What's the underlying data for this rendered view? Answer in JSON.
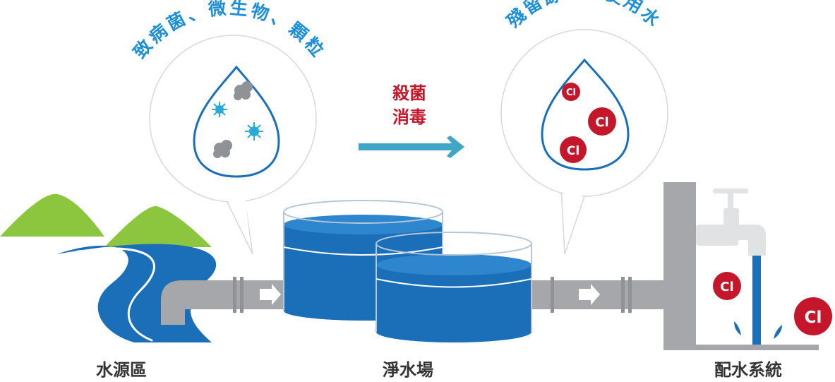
{
  "left_bubble": {
    "title": "致病菌、微生物、顆粒"
  },
  "right_bubble": {
    "title": "殘留餘氯的使用水",
    "chlorine_symbol": "Cl"
  },
  "process": {
    "line1": "殺菌",
    "line2": "消毒"
  },
  "tap": {
    "chlorine_symbol": "Cl"
  },
  "labels": {
    "source": "水源區",
    "plant": "淨水場",
    "distribution": "配水系統"
  },
  "colors": {
    "blue_text": "#1e8fd6",
    "red": "#c4172b",
    "water_blue": "#1b6fb8",
    "pipe_gray": "#a5a7aa",
    "mountain_green": "#8cc63f",
    "arrow_teal": "#3fa6c6",
    "virus_teal": "#29a9d6",
    "particle_gray": "#8f9296"
  },
  "icons": [
    "water-drop-icon",
    "virus-icon",
    "particle-icon",
    "chlorine-icon",
    "arrow-right-icon",
    "faucet-icon"
  ]
}
